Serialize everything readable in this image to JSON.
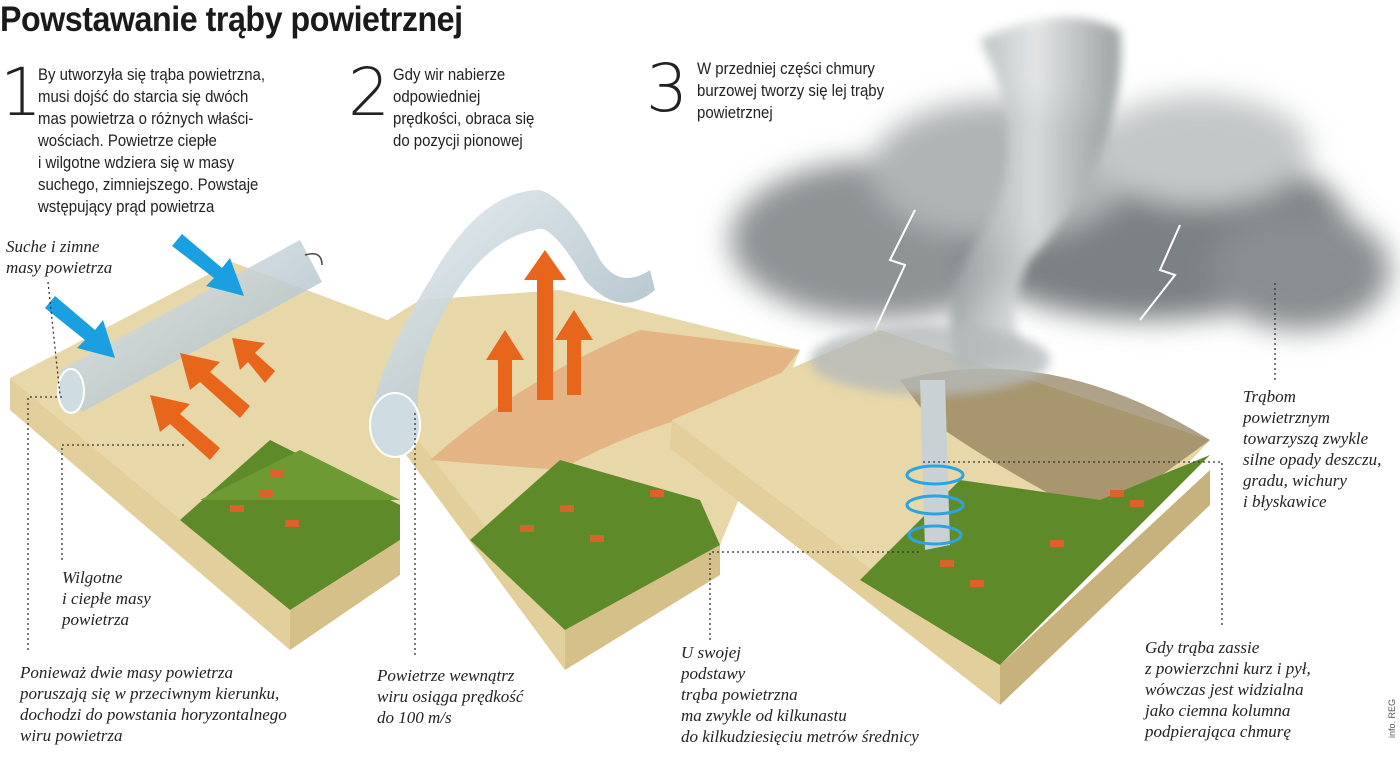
{
  "title": "Powstawanie trąby powietrznej",
  "steps": [
    {
      "number": "1",
      "text": "By utworzyła się trąba powietrzna,\nmusi dojść do starcia się dwóch\nmas powietrza o różnych właści-\nwościach. Powietrze ciepłe\ni wilgotne wdziera się w masy\nsuchego, zimniejszego. Powstaje\nwstępujący prąd powietrza"
    },
    {
      "number": "2",
      "text": "Gdy wir nabierze\nodpowiedniej\nprędkości, obraca się\ndo pozycji pionowej"
    },
    {
      "number": "3",
      "text": "W przedniej części chmury\nburzowej tworzy się lej trąby\npowietrznej"
    }
  ],
  "notes": {
    "dry_cold": "Suche i zimne\nmasy powietrza",
    "humid_warm": "Wilgotne\ni ciepłe masy\npowietrza",
    "horizontal_vortex": "Ponieważ dwie masy powietrza\nporuszają się w przeciwnym kierunku,\ndochodzi do powstania horyzontalnego\nwiru powietrza",
    "speed": "Powietrze wewnątrz\nwiru osiąga prędkość\ndo 100 m/s",
    "diameter": "U swojej\npodstawy\ntrąba powietrzna\nma zwykle od kilkunastu\ndo kilkudziesięciu metrów średnicy",
    "weather": "Trąbom\npowietrznym\ntowarzyszą zwykle\nsilne opady deszczu,\ngradu, wichury\ni błyskawice",
    "dust": "Gdy trąba zassie\nz powierzchni kurz i pył,\nwówczas jest widzialna\njako ciemna kolumna\npodpierająca chmurę"
  },
  "credit": "info. REG",
  "colors": {
    "cold_arrow": "#1aa0e0",
    "warm_arrow": "#e8661c",
    "ground": "#e8d7a8",
    "grass": "#5f8a2a",
    "houses": "#d9632a",
    "cloud": "#8a8a8a"
  }
}
